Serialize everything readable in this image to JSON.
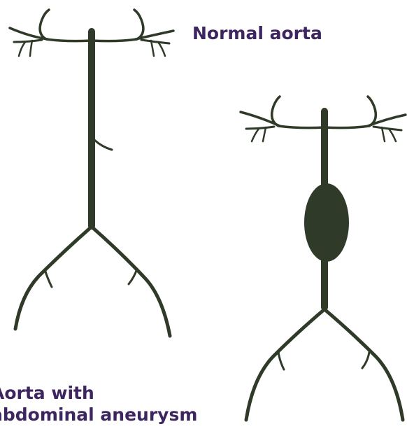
{
  "labels": {
    "normal": "Normal aorta",
    "aneurysm_line1": "Aorta with",
    "aneurysm_line2": "abdominal aneurysm"
  },
  "colors": {
    "vessel": "#2f3a28",
    "label_text": "#3d2560",
    "background": "#ffffff"
  }
}
